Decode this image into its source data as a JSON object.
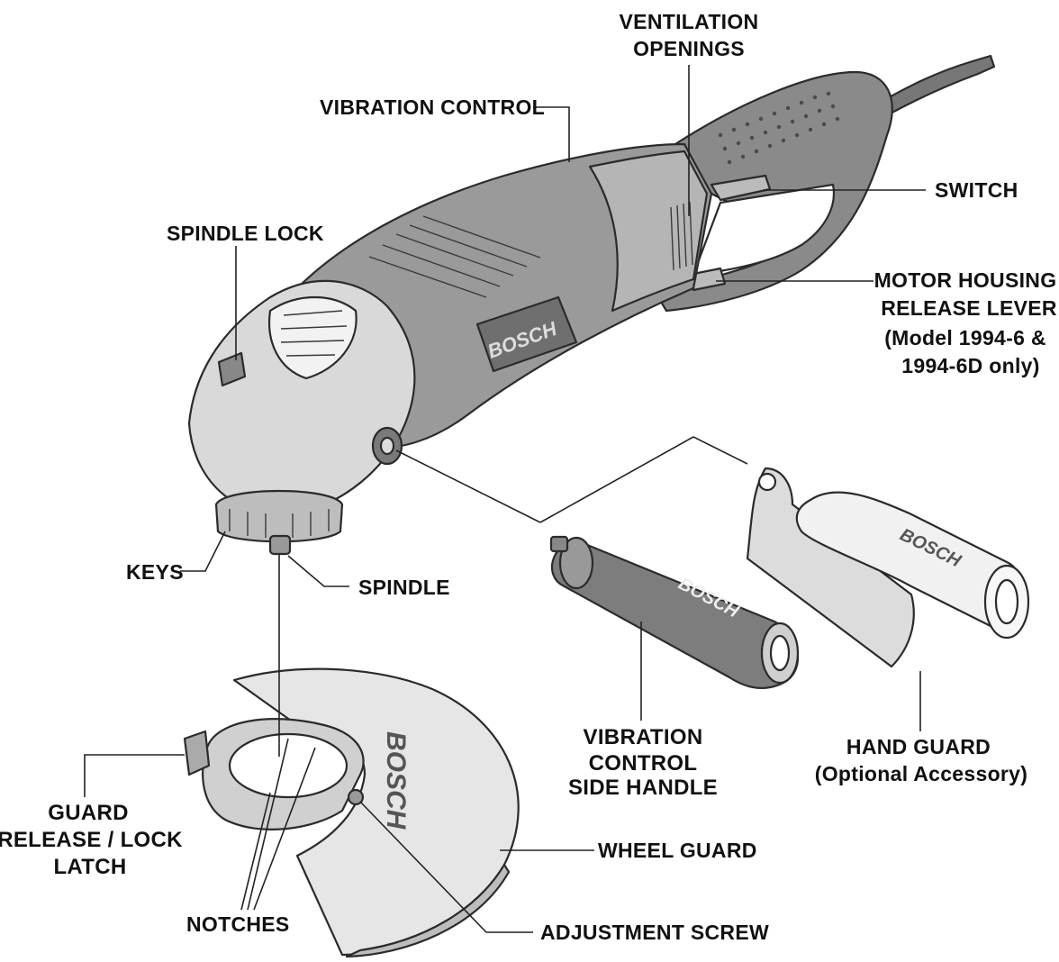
{
  "brand": {
    "logo_text": "BOSCH"
  },
  "labels": {
    "ventilation_openings": [
      "VENTILATION",
      "OPENINGS"
    ],
    "vibration_control": "VIBRATION CONTROL",
    "switch": "SWITCH",
    "spindle_lock": "SPINDLE LOCK",
    "motor_housing_release_lever": [
      "MOTOR HOUSING",
      "RELEASE LEVER",
      "(Model 1994-6 &",
      "1994-6D only)"
    ],
    "keys": "KEYS",
    "spindle": "SPINDLE",
    "vibration_control_side_handle": [
      "VIBRATION",
      "CONTROL",
      "SIDE HANDLE"
    ],
    "hand_guard": [
      "HAND GUARD",
      "(Optional Accessory)"
    ],
    "guard_release_lock_latch": [
      "GUARD",
      "RELEASE / LOCK",
      "LATCH"
    ],
    "wheel_guard": "WHEEL GUARD",
    "notches": "NOTCHES",
    "adjustment_screw": "ADJUSTMENT SCREW"
  },
  "colors": {
    "body": "#9a9a9a",
    "body_dark": "#6f6f6f",
    "head": "#d9d9d9",
    "grip": "#7d7d7d",
    "guard": "#e6e6e6",
    "ink": "#2b2b2b"
  }
}
